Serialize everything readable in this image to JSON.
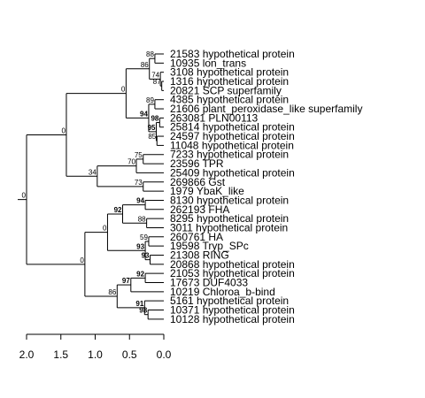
{
  "leaves": [
    "21583 hypothetical protein",
    "10935 lon_trans",
    "3108 hypothetical protein",
    "1316 hypothetical protein",
    "20821 SCP superfamily",
    "4385 hypothetical protein",
    "21606 plant_peroxidase_like superfamily",
    "263081 PLN00113",
    "25814 hypothetical protein",
    "24597 hypothetical protein",
    "11048 hypothetical protein",
    "7233 hypothetical protein",
    "23596 TPR",
    "25409 hypothetical protein",
    "269866 Gst",
    "1979 YbaK_like",
    "8130 hypothetical protein",
    "262193 FHA",
    "8295 hypothetical protein",
    "3011 hypothetical protein",
    "260761 HA",
    "19598 Tryp_SPc",
    "21308 RING",
    "20868 hypothetical protein",
    "21053 hypothetical protein",
    "17673 DUF4033",
    "10219 Chloroa_b-bind",
    "5161 hypothetical protein",
    "10371 hypothetical protein",
    "10128 hypothetical protein"
  ],
  "tree": {
    "d": 2.0,
    "b": "0",
    "c": [
      {
        "d": 1.42,
        "b": "0",
        "c": [
          {
            "d": 0.55,
            "b": "0",
            "c": [
              {
                "d": 0.21,
                "b": "86",
                "c": [
                  {
                    "d": 0.13,
                    "b": "88",
                    "c": [
                      {
                        "leaf": 0
                      },
                      {
                        "leaf": 1
                      }
                    ]
                  },
                  {
                    "d": 0.09,
                    "b": "",
                    "c": [
                      {
                        "d": 0.05,
                        "b": "74",
                        "c": [
                          {
                            "leaf": 2
                          },
                          {
                            "d": 0.03,
                            "b": "87",
                            "c": [
                              {
                                "leaf": 3
                              },
                              {
                                "leaf": 4
                              }
                            ]
                          }
                        ]
                      }
                    ]
                  }
                ]
              },
              {
                "d": 0.22,
                "b": "94",
                "bold": true,
                "c": [
                  {
                    "d": 0.13,
                    "b": "89",
                    "c": [
                      {
                        "leaf": 5
                      },
                      {
                        "leaf": 6
                      }
                    ]
                  },
                  {
                    "d": 0.11,
                    "b": "95",
                    "bold": true,
                    "c": [
                      {
                        "d": 0.06,
                        "b": "98",
                        "bold": true,
                        "c": [
                          {
                            "leaf": 7
                          },
                          {
                            "leaf": 8
                          }
                        ]
                      },
                      {
                        "d": 0.1,
                        "b": "85",
                        "c": [
                          {
                            "leaf": 9
                          },
                          {
                            "leaf": 10
                          }
                        ]
                      }
                    ]
                  }
                ]
              }
            ]
          },
          {
            "d": 0.97,
            "b": "34",
            "c": [
              {
                "d": 0.4,
                "b": "70",
                "c": [
                  {
                    "d": 0.3,
                    "b": "75",
                    "c": [
                      {
                        "leaf": 11
                      },
                      {
                        "leaf": 12
                      }
                    ]
                  },
                  {
                    "leaf": 13
                  }
                ]
              },
              {
                "d": 0.3,
                "b": "73",
                "c": [
                  {
                    "leaf": 14
                  },
                  {
                    "leaf": 15
                  }
                ]
              }
            ]
          }
        ]
      },
      {
        "d": 1.15,
        "b": "0",
        "c": [
          {
            "d": 0.82,
            "b": "0",
            "c": [
              {
                "d": 0.6,
                "b": "92",
                "bold": true,
                "c": [
                  {
                    "d": 0.27,
                    "b": "94",
                    "bold": true,
                    "c": [
                      {
                        "leaf": 16
                      },
                      {
                        "leaf": 17
                      }
                    ]
                  },
                  {
                    "d": 0.25,
                    "b": "88",
                    "c": [
                      {
                        "leaf": 18
                      },
                      {
                        "leaf": 19
                      }
                    ]
                  }
                ]
              },
              {
                "d": 0.27,
                "b": "93",
                "bold": true,
                "c": [
                  {
                    "d": 0.22,
                    "b": "59",
                    "c": [
                      {
                        "leaf": 20
                      },
                      {
                        "leaf": 21
                      }
                    ]
                  },
                  {
                    "d": 0.2,
                    "b": "93",
                    "bold": true,
                    "c": [
                      {
                        "leaf": 22
                      },
                      {
                        "leaf": 23
                      }
                    ]
                  }
                ]
              }
            ]
          },
          {
            "d": 0.68,
            "b": "86",
            "c": [
              {
                "d": 0.48,
                "b": "97",
                "bold": true,
                "c": [
                  {
                    "d": 0.27,
                    "b": "92",
                    "bold": true,
                    "c": [
                      {
                        "leaf": 24
                      },
                      {
                        "leaf": 25
                      }
                    ]
                  },
                  {
                    "leaf": 26
                  }
                ]
              },
              {
                "d": 0.28,
                "b": "91",
                "bold": true,
                "c": [
                  {
                    "leaf": 27
                  },
                  {
                    "d": 0.23,
                    "b": "98",
                    "bold": true,
                    "c": [
                      {
                        "leaf": 28
                      },
                      {
                        "leaf": 29
                      }
                    ]
                  }
                ]
              }
            ]
          }
        ]
      }
    ]
  },
  "axis": {
    "ticks": [
      "2.0",
      "1.5",
      "1.0",
      "0.5",
      "0.0"
    ],
    "values": [
      2.0,
      1.5,
      1.0,
      0.5,
      0.0
    ]
  }
}
